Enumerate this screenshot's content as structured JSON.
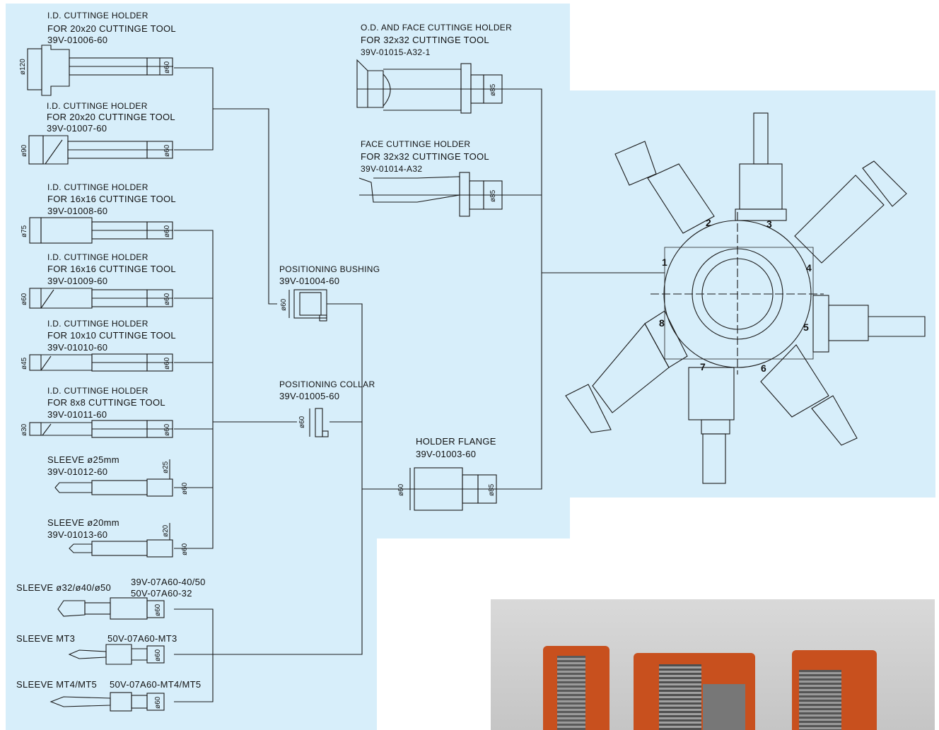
{
  "holders": [
    {
      "line1": "I.D. CUTTINGE HOLDER",
      "line2": "FOR 20x20 CUTTINGE TOOL",
      "code": "39V-01006-60",
      "dia": "ø120",
      "conn": "ø60"
    },
    {
      "line1": "I.D. CUTTINGE HOLDER",
      "line2": "FOR 20x20 CUTTINGE TOOL",
      "code": "39V-01007-60",
      "dia": "ø90",
      "conn": "ø60"
    },
    {
      "line1": "I.D. CUTTINGE HOLDER",
      "line2": "FOR 16x16 CUTTINGE TOOL",
      "code": "39V-01008-60",
      "dia": "ø75",
      "conn": "ø60"
    },
    {
      "line1": "I.D. CUTTINGE HOLDER",
      "line2": "FOR 16x16 CUTTINGE TOOL",
      "code": "39V-01009-60",
      "dia": "ø60",
      "conn": "ø60"
    },
    {
      "line1": "I.D. CUTTINGE HOLDER",
      "line2": "FOR 10x10 CUTTINGE TOOL",
      "code": "39V-01010-60",
      "dia": "ø45",
      "conn": "ø60"
    },
    {
      "line1": "I.D. CUTTINGE HOLDER",
      "line2": "FOR 8x8 CUTTINGE TOOL",
      "code": "39V-01011-60",
      "dia": "ø30",
      "conn": "ø60"
    }
  ],
  "sleeves": [
    {
      "label": "SLEEVE ø25mm",
      "code": "39V-01012-60",
      "dia": "ø25",
      "conn": "ø60"
    },
    {
      "label": "SLEEVE ø20mm",
      "code": "39V-01013-60",
      "dia": "ø20",
      "conn": "ø60"
    }
  ],
  "bottom_sleeves": [
    {
      "label": "SLEEVE ø32/ø40/ø50",
      "code1": "39V-07A60-40/50",
      "code2": "50V-07A60-32",
      "conn": "ø60"
    },
    {
      "label": "SLEEVE MT3",
      "code1": "50V-07A60-MT3",
      "conn": "ø60"
    },
    {
      "label": "SLEEVE MT4/MT5",
      "code1": "50V-07A60-MT4/MT5",
      "conn": "ø60"
    }
  ],
  "od_holders": [
    {
      "line1": "O.D. AND FACE CUTTINGE HOLDER",
      "line2": "FOR 32x32 CUTTINGE TOOL",
      "code": "39V-01015-A32-1",
      "conn": "ø85"
    },
    {
      "line1": "FACE CUTTINGE HOLDER",
      "line2": "FOR 32x32 CUTTINGE TOOL",
      "code": "39V-01014-A32",
      "conn": "ø85"
    }
  ],
  "bushing": {
    "label": "POSITIONING BUSHING",
    "code": "39V-01004-60",
    "dia": "ø60"
  },
  "collar": {
    "label": "POSITIONING COLLAR",
    "code": "39V-01005-60",
    "dia": "ø60"
  },
  "flange": {
    "label": "HOLDER FLANGE",
    "code": "39V-01003-60",
    "dia_left": "ø60",
    "dia_right": "ø85"
  },
  "turret": {
    "stations": [
      "1",
      "2",
      "3",
      "4",
      "5",
      "6",
      "7",
      "8"
    ]
  },
  "colors": {
    "panel": "#d7eefa",
    "line": "#1a1a1a",
    "photo_orange": "#c8501e"
  }
}
